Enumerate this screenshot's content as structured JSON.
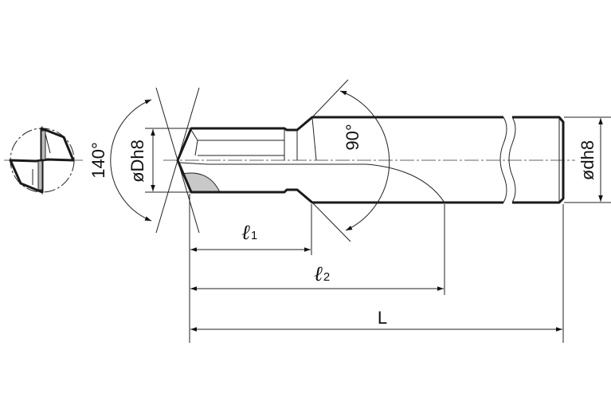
{
  "drawing": {
    "point_angle": "140°",
    "chamfer_angle": "90°",
    "head_diameter": "øDh8",
    "shank_diameter": "ødh8",
    "l1": {
      "symbol": "ℓ",
      "sub": "1"
    },
    "l2": {
      "symbol": "ℓ",
      "sub": "2"
    },
    "total_length": "L"
  },
  "colors": {
    "line": "#1a1a1a",
    "fill": "#c8c8c8"
  }
}
